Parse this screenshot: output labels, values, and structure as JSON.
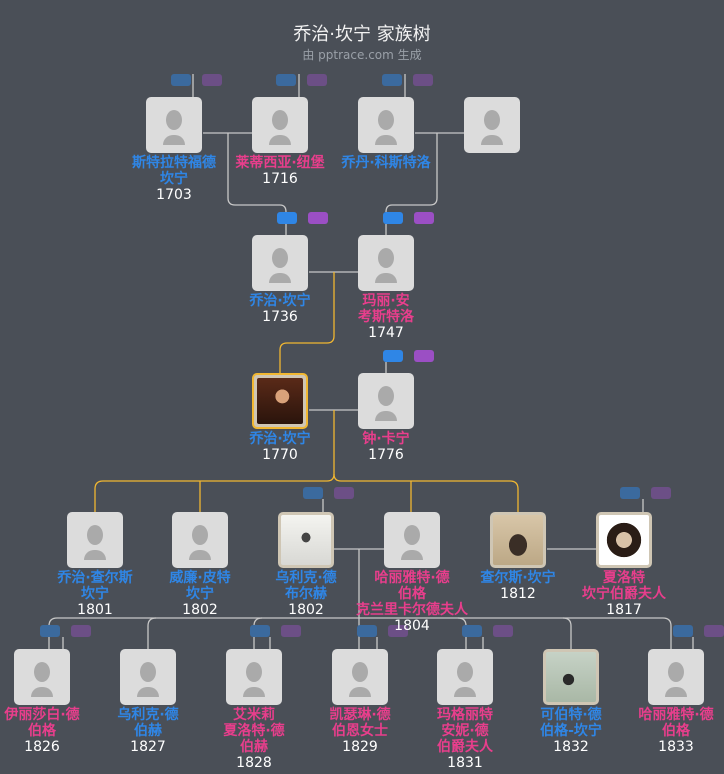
{
  "title": "乔治·坎宁 家族树",
  "subtitle": "由 pptrace.com 生成",
  "colors": {
    "male": "#2f86e6",
    "female": "#e83e8c",
    "selected_border": "#f1b731",
    "background": "#4a4f57"
  },
  "persons": [
    {
      "name": [
        "斯特拉特福德",
        "坎宁"
      ],
      "year": "1703",
      "gender": "m"
    },
    {
      "name": [
        "莱蒂西亚·纽堡"
      ],
      "year": "1716",
      "gender": "f"
    },
    {
      "name": [
        "乔丹·科斯特洛"
      ],
      "year": "",
      "gender": "m"
    },
    {
      "name": [],
      "year": "",
      "gender": "f"
    },
    {
      "name": [
        "乔治·坎宁"
      ],
      "year": "1736",
      "gender": "m"
    },
    {
      "name": [
        "玛丽·安",
        "考斯特洛"
      ],
      "year": "1747",
      "gender": "f"
    },
    {
      "name": [
        "乔治·坎宁"
      ],
      "year": "1770",
      "gender": "m",
      "photo": true,
      "selected": true
    },
    {
      "name": [
        "钟·卡宁"
      ],
      "year": "1776",
      "gender": "f"
    },
    {
      "name": [
        "乔治·查尔斯",
        "坎宁"
      ],
      "year": "1801",
      "gender": "m"
    },
    {
      "name": [
        "威廉·皮特",
        "坎宁"
      ],
      "year": "1802",
      "gender": "m"
    },
    {
      "name": [
        "乌利克·德",
        "布尔赫"
      ],
      "year": "1802",
      "gender": "m",
      "photo": true
    },
    {
      "name": [
        "哈丽雅特·德",
        "伯格",
        "克兰里卡尔德夫人"
      ],
      "year": "1804",
      "gender": "f"
    },
    {
      "name": [
        "查尔斯·坎宁"
      ],
      "year": "1812",
      "gender": "m",
      "photo": true
    },
    {
      "name": [
        "夏洛特",
        "坎宁伯爵夫人"
      ],
      "year": "1817",
      "gender": "f",
      "photo": true
    },
    {
      "name": [
        "伊丽莎白·德",
        "伯格"
      ],
      "year": "1826",
      "gender": "f"
    },
    {
      "name": [
        "乌利克·德",
        "伯赫"
      ],
      "year": "1827",
      "gender": "m"
    },
    {
      "name": [
        "艾米莉",
        "夏洛特·德",
        "伯赫"
      ],
      "year": "1828",
      "gender": "f"
    },
    {
      "name": [
        "凯瑟琳·德",
        "伯恩女士"
      ],
      "year": "1829",
      "gender": "f"
    },
    {
      "name": [
        "玛格丽特",
        "安妮·德",
        "伯爵夫人"
      ],
      "year": "1831",
      "gender": "f"
    },
    {
      "name": [
        "可伯特·德",
        "伯格-坎宁"
      ],
      "year": "1832",
      "gender": "m",
      "photo": true
    },
    {
      "name": [
        "哈丽雅特·德",
        "伯格"
      ],
      "year": "1833",
      "gender": "f"
    }
  ]
}
